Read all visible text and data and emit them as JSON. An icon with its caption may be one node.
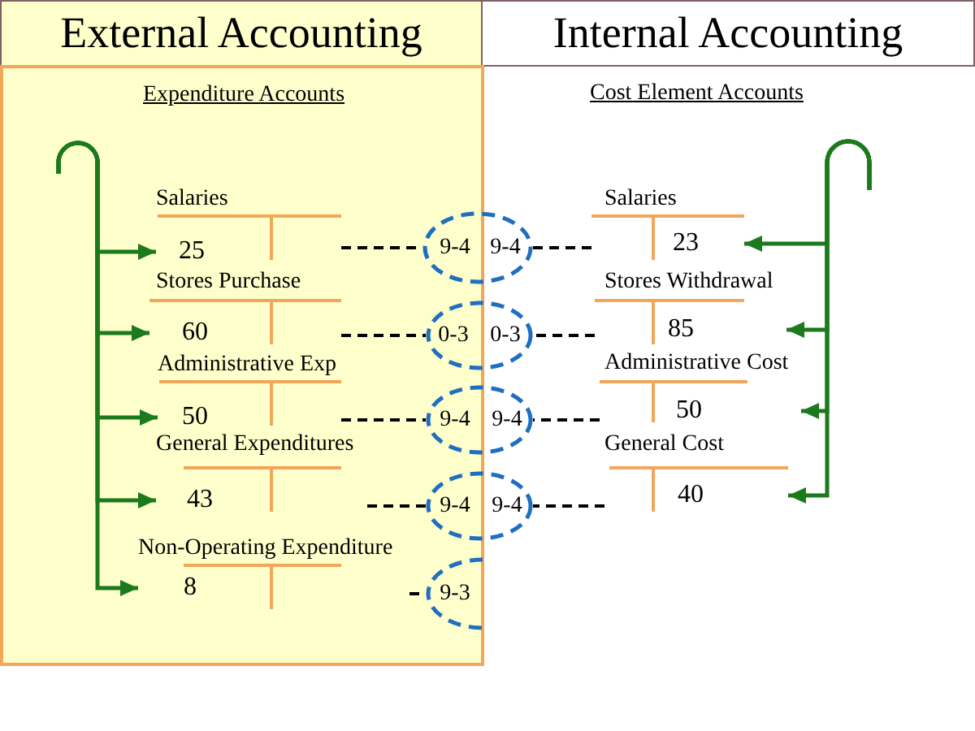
{
  "diagram": {
    "nodes": [
      {
        "text": [
          "External Accounting"
        ]
      },
      {
        "text": [
          "Internal Accounting"
        ]
      },
      {
        "text": [
          "Expenditure Accounts"
        ]
      },
      {
        "text": [
          "Salaries",
          "25"
        ],
        "in": 2
      },
      {
        "text": [
          "Stores Purchase",
          "60"
        ],
        "in": 2
      },
      {
        "text": [
          "Administrative Exp",
          "50"
        ],
        "in": 2
      },
      {
        "text": [
          "General Expenditures",
          "43"
        ],
        "in": 2
      },
      {
        "text": [
          "Non-Operating Expenditure",
          "8"
        ],
        "in": 2
      },
      {
        "text": [
          "Salaries",
          "23"
        ]
      },
      {
        "text": [
          "Stores Withdrawal",
          "85"
        ]
      },
      {
        "text": [
          "Administrative Cost",
          "50"
        ]
      },
      {
        "text": [
          "General Cost",
          "40"
        ]
      },
      {
        "text": [
          "9-4",
          "9-4"
        ]
      },
      {
        "text": [
          "0-3",
          "0-3"
        ]
      },
      {
        "text": [
          "9-4",
          "9-4"
        ]
      },
      {
        "text": [
          "9-4",
          "9-4"
        ]
      },
      {
        "text": [
          "9-3"
        ],
        "in": 2
      }
    ],
    "edges": [
      {
        "from": null,
        "to": 3,
        "arrow": "to",
        "color": "#1b7a1b"
      },
      {
        "from": null,
        "to": 4,
        "arrow": "to",
        "color": "#1b7a1b"
      },
      {
        "from": null,
        "to": 5,
        "arrow": "to",
        "color": "#1b7a1b"
      },
      {
        "from": null,
        "to": 6,
        "arrow": "to",
        "color": "#1b7a1b"
      },
      {
        "from": null,
        "to": 7,
        "arrow": "to",
        "color": "#1b7a1b"
      },
      {
        "from": null,
        "to": 8,
        "arrow": "to",
        "color": "#1b7a1b"
      },
      {
        "from": null,
        "to": 9,
        "arrow": "to",
        "color": "#1b7a1b"
      },
      {
        "from": null,
        "to": 10,
        "arrow": "to",
        "color": "#1b7a1b"
      },
      {
        "from": null,
        "to": 11,
        "arrow": "to",
        "color": "#1b7a1b"
      },
      {
        "from": 3,
        "to": 12,
        "arrow": "none",
        "style": "dashed",
        "color": "#000000"
      },
      {
        "from": 4,
        "to": 13,
        "arrow": "none",
        "style": "dashed",
        "color": "#000000"
      },
      {
        "from": 5,
        "to": 14,
        "arrow": "none",
        "style": "dashed",
        "color": "#000000"
      },
      {
        "from": 6,
        "to": 15,
        "arrow": "none",
        "style": "dashed",
        "color": "#000000"
      },
      {
        "from": 7,
        "to": 16,
        "arrow": "none",
        "style": "dashed",
        "color": "#000000"
      },
      {
        "from": 8,
        "to": 12,
        "arrow": "none",
        "style": "dashed",
        "color": "#000000"
      },
      {
        "from": 9,
        "to": 13,
        "arrow": "none",
        "style": "dashed",
        "color": "#000000"
      },
      {
        "from": 10,
        "to": 14,
        "arrow": "none",
        "style": "dashed",
        "color": "#000000"
      },
      {
        "from": 11,
        "to": 15,
        "arrow": "none",
        "style": "dashed",
        "color": "#000000"
      }
    ],
    "labels": [
      "Cost Element Accounts"
    ]
  }
}
